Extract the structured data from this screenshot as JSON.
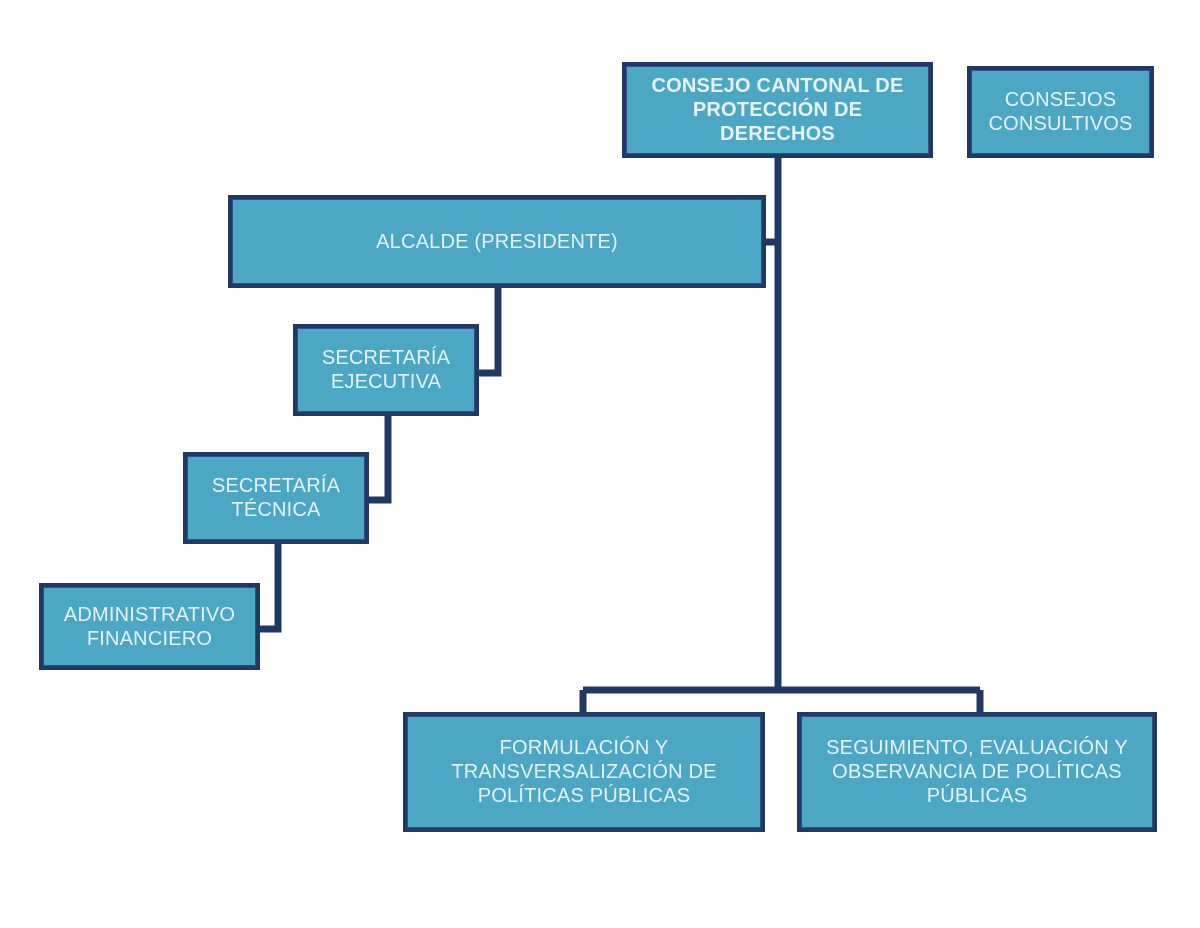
{
  "diagram": {
    "type": "organizational-chart",
    "title_node": "CONSEJO CANTONAL DE PROTECCIÓN DE DERECHOS",
    "background_color": "#FFFFFF",
    "node_fill_color": "#4BA7C3",
    "node_border_color": "#1F3864",
    "node_text_color": "#E7F2F7",
    "connector_color": "#1F3864",
    "nodes": [
      {
        "id": "consejo-cantonal",
        "label": "CONSEJO CANTONAL DE PROTECCIÓN DE DERECHOS",
        "level": 0,
        "emphasis": "bold"
      },
      {
        "id": "consejos-consultivos",
        "label": "CONSEJOS CONSULTIVOS",
        "level": 0,
        "emphasis": "normal"
      },
      {
        "id": "alcalde",
        "label": "ALCALDE (PRESIDENTE)",
        "level": 1,
        "emphasis": "normal"
      },
      {
        "id": "secretaria-ejecutiva",
        "label": "SECRETARÍA EJECUTIVA",
        "level": 2,
        "emphasis": "normal"
      },
      {
        "id": "secretaria-tecnica",
        "label": "SECRETARÍA TÉCNICA",
        "level": 3,
        "emphasis": "normal"
      },
      {
        "id": "administrativo-financiero",
        "label": "ADMINISTRATIVO FINANCIERO",
        "level": 4,
        "emphasis": "normal"
      },
      {
        "id": "formulacion",
        "label": "FORMULACIÓN Y TRANSVERSALIZACIÓN DE POLÍTICAS PÚBLICAS",
        "level": 5,
        "emphasis": "normal"
      },
      {
        "id": "seguimiento",
        "label": "SEGUIMIENTO, EVALUACIÓN Y OBSERVANCIA DE POLÍTICAS PÚBLICAS",
        "level": 5,
        "emphasis": "normal"
      }
    ],
    "edges": [
      {
        "from": "consejo-cantonal",
        "to": "alcalde"
      },
      {
        "from": "alcalde",
        "to": "secretaria-ejecutiva"
      },
      {
        "from": "secretaria-ejecutiva",
        "to": "secretaria-tecnica"
      },
      {
        "from": "secretaria-tecnica",
        "to": "administrativo-financiero"
      },
      {
        "from": "consejo-cantonal",
        "to": "formulacion"
      },
      {
        "from": "consejo-cantonal",
        "to": "seguimiento"
      }
    ]
  }
}
